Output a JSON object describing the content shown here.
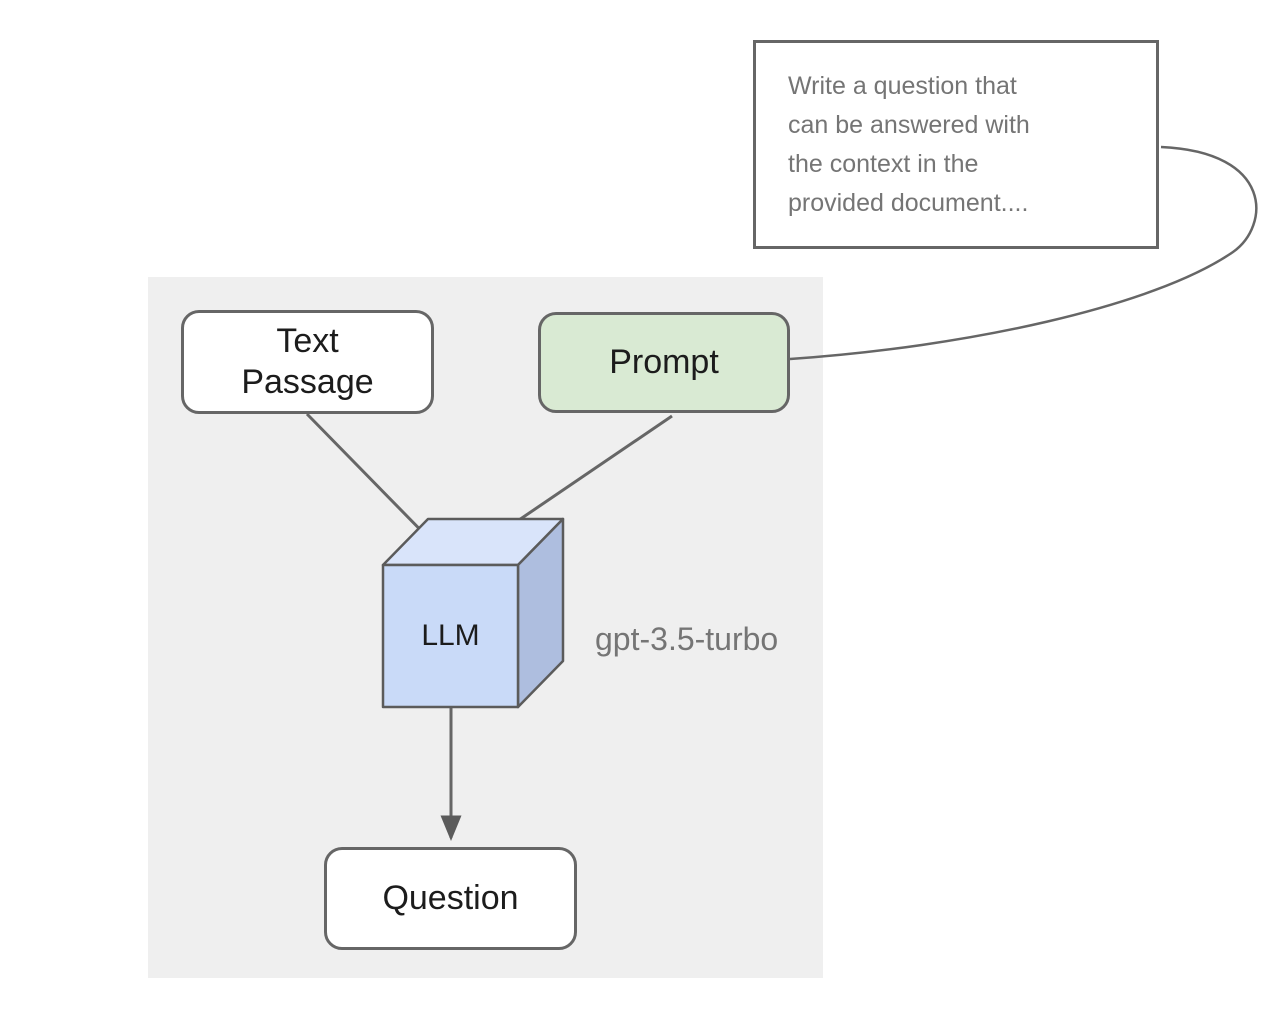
{
  "diagram": {
    "callout": {
      "text": "Write a question that\ncan be answered with\nthe context in the\nprovided document...."
    },
    "nodes": {
      "text_passage": {
        "label": "Text\nPassage"
      },
      "prompt": {
        "label": "Prompt"
      },
      "llm": {
        "label": "LLM"
      },
      "question": {
        "label": "Question"
      }
    },
    "annotations": {
      "model_name": "gpt-3.5-turbo"
    },
    "colors": {
      "panel_bg": "#efefef",
      "node_border": "#666666",
      "prompt_fill": "#d9ead3",
      "cube_front": "#c9daf8",
      "cube_top": "#d9e4fa",
      "cube_side": "#aebedf",
      "connector": "#666666",
      "muted_text": "#757575"
    }
  }
}
